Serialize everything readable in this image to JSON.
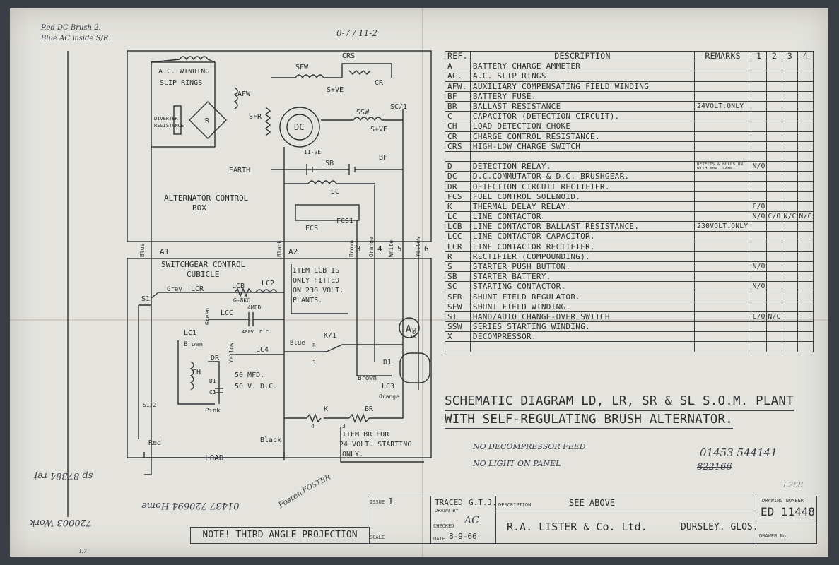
{
  "annotations": {
    "top_left_1": "Red DC Brush 2.",
    "top_left_2": "Blue AC inside S/R.",
    "top_ref": "0-7 / 11-2",
    "no_decomp": "NO DECOMPRESSOR FEED",
    "no_light": "NO LIGHT ON PANEL",
    "phone_1": "01453 544141",
    "phone_old": "822166",
    "code_l268": "L268",
    "foster_1": "Fosten",
    "foster_2": "FOSTER",
    "rot_1": "01437 720694 Home",
    "rot_2": "sp 87384 ref",
    "rot_3": "720003 Work",
    "corner": "I.7"
  },
  "schematic": {
    "ac_winding": "A.C. WINDING",
    "slip_rings": "SLIP RINGS",
    "afw": "AFW",
    "diverter": "DIVERTER",
    "resistance": "RESISTANCE",
    "r": "R",
    "sfr": "SFR",
    "dc": "DC",
    "sfw": "SFW",
    "crs": "CRS",
    "cr": "CR",
    "s_ve_1": "S+VE",
    "s_ve_2": "S+VE",
    "ssw": "SSW",
    "sc1": "SC/1",
    "ve11": "11-VE",
    "earth": "EARTH",
    "sb": "SB",
    "bf": "BF",
    "sc": "SC",
    "fcs": "FCS",
    "fcs1": "FCS1",
    "acb_title": "ALTERNATOR CONTROL",
    "acb_box": "BOX",
    "a1": "A1",
    "a2": "A2",
    "n3": "3",
    "n4": "4",
    "n5": "5",
    "n6": "6",
    "blue": "Blue",
    "black": "Black",
    "brown": "Brown",
    "orange": "Orange",
    "white": "White",
    "yellow": "Yellow",
    "sgc_title": "SWITCHGEAR CONTROL",
    "sgc_cubicle": "CUBICLE",
    "item_lcb_1": "ITEM LCB IS",
    "item_lcb_2": "ONLY FITTED",
    "item_lcb_3": "ON 230 VOLT.",
    "item_lcb_4": "PLANTS.",
    "grey": "Grey",
    "lcr": "LCR",
    "lcb": "LCB",
    "lcb_val": "G-8KΩ",
    "lc2": "LC2",
    "lcc": "LCC",
    "lcc_val": "4MFD",
    "lcc_v": "400V. D.C.",
    "s1": "S1",
    "s1_2": "S1/2",
    "lc1": "LC1",
    "brown2": "Brown",
    "dr": "DR",
    "ch": "CH",
    "d1": "D1",
    "c1": "C1",
    "cap_50": "50 MFD.",
    "cap_50v": "50 V. D.C.",
    "pink": "Pink",
    "yellow2": "Yellow",
    "lc4": "LC4",
    "blue2": "Blue",
    "k1": "K/1",
    "n3b": "3",
    "n8": "8",
    "ammeter": "A",
    "red": "Red",
    "brown3": "Brown",
    "lc3": "LC3",
    "orange2": "Orange",
    "k": "K",
    "br": "BR",
    "n4b": "4",
    "n3c": "3",
    "item_br_1": "ITEM BR FOR",
    "item_br_2": "24 VOLT. STARTING",
    "item_br_3": "ONLY.",
    "red2": "Red",
    "black2": "Black",
    "load": "LOAD",
    "green": "Green"
  },
  "ref_table": {
    "headers": [
      "REF.",
      "DESCRIPTION",
      "REMARKS",
      "1",
      "2",
      "3",
      "4"
    ],
    "rows": [
      {
        "ref": "A",
        "desc": "BATTERY CHARGE AMMETER",
        "rem": "",
        "c1": "",
        "c2": "",
        "c3": "",
        "c4": ""
      },
      {
        "ref": "AC.",
        "desc": "A.C. SLIP RINGS",
        "rem": "",
        "c1": "",
        "c2": "",
        "c3": "",
        "c4": ""
      },
      {
        "ref": "AFW.",
        "desc": "AUXILIARY COMPENSATING FIELD WINDING",
        "rem": "",
        "c1": "",
        "c2": "",
        "c3": "",
        "c4": ""
      },
      {
        "ref": "BF",
        "desc": "BATTERY FUSE.",
        "rem": "",
        "c1": "",
        "c2": "",
        "c3": "",
        "c4": ""
      },
      {
        "ref": "BR",
        "desc": "BALLAST RESISTANCE",
        "rem": "24VOLT.ONLY",
        "c1": "",
        "c2": "",
        "c3": "",
        "c4": ""
      },
      {
        "ref": "C",
        "desc": "CAPACITOR (DETECTION CIRCUIT).",
        "rem": "",
        "c1": "",
        "c2": "",
        "c3": "",
        "c4": ""
      },
      {
        "ref": "CH",
        "desc": "LOAD DETECTION CHOKE",
        "rem": "",
        "c1": "",
        "c2": "",
        "c3": "",
        "c4": ""
      },
      {
        "ref": "CR",
        "desc": "CHARGE CONTROL RESISTANCE.",
        "rem": "",
        "c1": "",
        "c2": "",
        "c3": "",
        "c4": ""
      },
      {
        "ref": "CRS",
        "desc": "HIGH-LOW CHARGE SWITCH",
        "rem": "",
        "c1": "",
        "c2": "",
        "c3": "",
        "c4": ""
      },
      {
        "ref": "",
        "desc": "",
        "rem": "",
        "c1": "",
        "c2": "",
        "c3": "",
        "c4": ""
      },
      {
        "ref": "D",
        "desc": "DETECTION RELAY.",
        "rem": "DETECTS & HOLDS ON WITH 60W. LAMP",
        "c1": "N/O",
        "c2": "",
        "c3": "",
        "c4": ""
      },
      {
        "ref": "DC",
        "desc": "D.C.COMMUTATOR & D.C. BRUSHGEAR.",
        "rem": "",
        "c1": "",
        "c2": "",
        "c3": "",
        "c4": ""
      },
      {
        "ref": "DR",
        "desc": "DETECTION CIRCUIT RECTIFIER.",
        "rem": "",
        "c1": "",
        "c2": "",
        "c3": "",
        "c4": ""
      },
      {
        "ref": "FCS",
        "desc": "FUEL CONTROL SOLENOID.",
        "rem": "",
        "c1": "",
        "c2": "",
        "c3": "",
        "c4": ""
      },
      {
        "ref": "K",
        "desc": "THERMAL DELAY RELAY.",
        "rem": "",
        "c1": "C/O",
        "c2": "",
        "c3": "",
        "c4": ""
      },
      {
        "ref": "LC",
        "desc": "LINE CONTACTOR",
        "rem": "",
        "c1": "N/O",
        "c2": "C/O",
        "c3": "N/C",
        "c4": "N/C"
      },
      {
        "ref": "LCB",
        "desc": "LINE CONTACTOR BALLAST RESISTANCE.",
        "rem": "230VOLT.ONLY",
        "c1": "",
        "c2": "",
        "c3": "",
        "c4": ""
      },
      {
        "ref": "LCC",
        "desc": "LINE CONTACTOR CAPACITOR.",
        "rem": "",
        "c1": "",
        "c2": "",
        "c3": "",
        "c4": ""
      },
      {
        "ref": "LCR",
        "desc": "LINE CONTACTOR RECTIFIER.",
        "rem": "",
        "c1": "",
        "c2": "",
        "c3": "",
        "c4": ""
      },
      {
        "ref": "R",
        "desc": "RECTIFIER (COMPOUNDING).",
        "rem": "",
        "c1": "",
        "c2": "",
        "c3": "",
        "c4": ""
      },
      {
        "ref": "S",
        "desc": "STARTER PUSH BUTTON.",
        "rem": "",
        "c1": "N/O",
        "c2": "",
        "c3": "",
        "c4": ""
      },
      {
        "ref": "SB",
        "desc": "STARTER BATTERY.",
        "rem": "",
        "c1": "",
        "c2": "",
        "c3": "",
        "c4": ""
      },
      {
        "ref": "SC",
        "desc": "STARTING CONTACTOR.",
        "rem": "",
        "c1": "N/O",
        "c2": "",
        "c3": "",
        "c4": ""
      },
      {
        "ref": "SFR",
        "desc": "SHUNT FIELD REGULATOR.",
        "rem": "",
        "c1": "",
        "c2": "",
        "c3": "",
        "c4": ""
      },
      {
        "ref": "SFW",
        "desc": "SHUNT FIELD WINDING.",
        "rem": "",
        "c1": "",
        "c2": "",
        "c3": "",
        "c4": ""
      },
      {
        "ref": "SI",
        "desc": "HAND/AUTO CHANGE-OVER SWITCH",
        "rem": "",
        "c1": "C/O",
        "c2": "N/C",
        "c3": "",
        "c4": ""
      },
      {
        "ref": "SSW",
        "desc": "SERIES STARTING WINDING.",
        "rem": "",
        "c1": "",
        "c2": "",
        "c3": "",
        "c4": ""
      },
      {
        "ref": "X",
        "desc": "DECOMPRESSOR.",
        "rem": "",
        "c1": "",
        "c2": "",
        "c3": "",
        "c4": ""
      },
      {
        "ref": "",
        "desc": "",
        "rem": "",
        "c1": "",
        "c2": "",
        "c3": "",
        "c4": ""
      }
    ]
  },
  "diagram_title": {
    "line1": "SCHEMATIC DIAGRAM LD, LR, SR & SL S.O.M. PLANT",
    "line2": "WITH SELF-REGULATING BRUSH ALTERNATOR."
  },
  "title_block": {
    "issue_label": "ISSUE",
    "issue_value": "1",
    "scale_label": "SCALE",
    "traced_label": "TRACED",
    "traced_value": "G.T.J.",
    "drawn_label": "DRAWN BY",
    "checked_label": "CHECKED",
    "checked_value": "AC",
    "date_label": "DATE",
    "date_value": "8-9-66",
    "description_label": "DESCRIPTION",
    "description_value": "SEE ABOVE",
    "company": "R.A. LISTER & Co. Ltd.",
    "location": "DURSLEY. GLOS.",
    "drawing_number_label": "DRAWING NUMBER",
    "drawing_number": "ED 11448",
    "drawer_label": "DRAWER No."
  },
  "note": "NOTE! THIRD ANGLE PROJECTION"
}
